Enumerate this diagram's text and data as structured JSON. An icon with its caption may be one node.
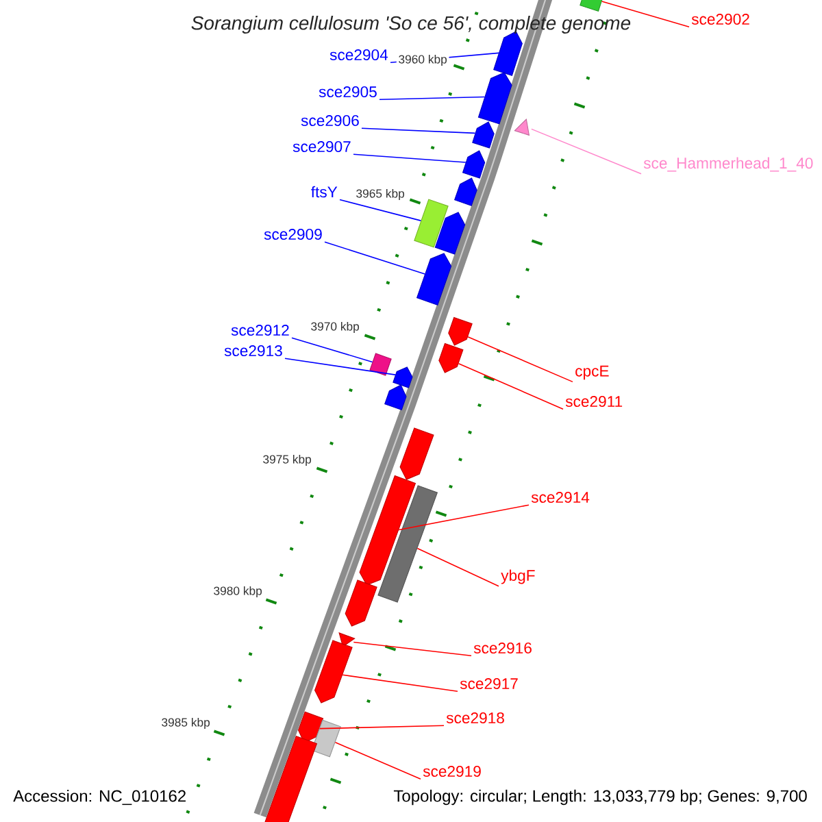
{
  "diagram": {
    "title": "Sorangium cellulosum 'So ce 56', complete genome",
    "nodes": [
      {
        "text": [],
        "shape": "box"
      },
      {
        "text": [],
        "shape": "pentagon"
      },
      {
        "text": [],
        "shape": "pentagon"
      },
      {
        "text": [],
        "shape": "triangle"
      },
      {
        "text": [],
        "shape": "pentagon"
      },
      {
        "text": [],
        "shape": "pentagon"
      },
      {
        "text": [],
        "shape": "pentagon"
      },
      {
        "text": [],
        "shape": "box"
      },
      {
        "text": [],
        "shape": "pentagon"
      },
      {
        "text": [],
        "shape": "pentagon"
      },
      {
        "text": [],
        "shape": "pentagon"
      },
      {
        "text": [],
        "shape": "pentagon"
      },
      {
        "text": [],
        "shape": "box"
      },
      {
        "text": [],
        "shape": "pentagon"
      },
      {
        "text": [],
        "shape": "pentagon"
      },
      {
        "text": [],
        "shape": "pentagon"
      },
      {
        "text": [],
        "shape": "pentagon"
      },
      {
        "text": [],
        "shape": "box"
      },
      {
        "text": [],
        "shape": "pentagon"
      },
      {
        "text": [],
        "shape": "triangle"
      },
      {
        "text": [],
        "shape": "pentagon"
      },
      {
        "text": [],
        "shape": "pentagon"
      },
      {
        "text": [],
        "shape": "box"
      },
      {
        "text": [],
        "shape": "pentagon"
      },
      {
        "text": [
          "sce2902"
        ]
      },
      {
        "text": [
          "sce2904"
        ]
      },
      {
        "text": [
          "sce2905"
        ]
      },
      {
        "text": [
          "sce_Hammerhead_1_40"
        ]
      },
      {
        "text": [
          "sce2906"
        ]
      },
      {
        "text": [
          "sce2907"
        ]
      },
      {
        "text": [
          "ftsY"
        ]
      },
      {
        "text": [
          "sce2909"
        ]
      },
      {
        "text": [
          "sce2912"
        ]
      },
      {
        "text": [
          "sce2913"
        ]
      },
      {
        "text": [
          "cpcE"
        ]
      },
      {
        "text": [
          "sce2911"
        ]
      },
      {
        "text": [
          "sce2914"
        ]
      },
      {
        "text": [
          "ybgF"
        ]
      },
      {
        "text": [
          "sce2916"
        ]
      },
      {
        "text": [
          "sce2917"
        ]
      },
      {
        "text": [
          "sce2918"
        ]
      },
      {
        "text": [
          "sce2919"
        ]
      }
    ],
    "edges": [
      {
        "from": 24,
        "to": 0,
        "arrow": "none"
      },
      {
        "from": 25,
        "to": 1,
        "arrow": "none",
        "color": "#0000ff"
      },
      {
        "from": 26,
        "to": 2,
        "arrow": "none",
        "color": "#0000ff"
      },
      {
        "from": 27,
        "to": 3,
        "arrow": "none",
        "color": "#ff88cc"
      },
      {
        "from": 28,
        "to": 4,
        "arrow": "none",
        "color": "#0000ff"
      },
      {
        "from": 29,
        "to": 5,
        "arrow": "none",
        "color": "#0000ff"
      },
      {
        "from": 30,
        "to": 7,
        "arrow": "none",
        "color": "#0000ff"
      },
      {
        "from": 31,
        "to": 9,
        "arrow": "none",
        "color": "#0000ff"
      },
      {
        "from": 32,
        "to": 12,
        "arrow": "none",
        "color": "#0000ff"
      },
      {
        "from": 33,
        "to": 13,
        "arrow": "none",
        "color": "#0000ff"
      },
      {
        "from": 34,
        "to": 10,
        "arrow": "none"
      },
      {
        "from": 35,
        "to": 11,
        "arrow": "none"
      },
      {
        "from": 36,
        "to": 16,
        "arrow": "none"
      },
      {
        "from": 37,
        "to": 17,
        "arrow": "none"
      },
      {
        "from": 38,
        "to": 19,
        "arrow": "none"
      },
      {
        "from": 39,
        "to": 20,
        "arrow": "none"
      },
      {
        "from": 40,
        "to": 21,
        "arrow": "none"
      },
      {
        "from": 41,
        "to": 22,
        "arrow": "none"
      }
    ],
    "labels": [
      "3960 kbp",
      "3965 kbp",
      "3970 kbp",
      "3975 kbp",
      "3980 kbp",
      "3985 kbp",
      "Accession: NC_010162",
      "Topology: circular; Length: 13,033,779 bp; Genes: 9,700"
    ]
  }
}
